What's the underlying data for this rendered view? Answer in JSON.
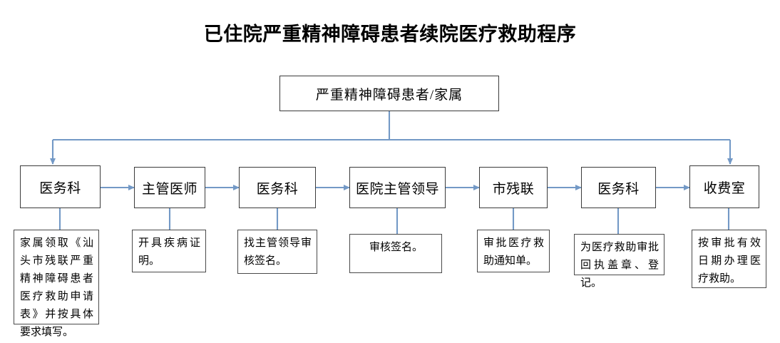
{
  "title": "已住院严重精神障碍患者续院医疗救助程序",
  "colors": {
    "connector": "#7399c6",
    "box_border": "#3b3b3b",
    "note_border": "#4a4a4a",
    "background": "#ffffff",
    "text": "#000000"
  },
  "root": {
    "label": "严重精神障碍患者/家属"
  },
  "stages": [
    {
      "label": "医务科"
    },
    {
      "label": "主管医师"
    },
    {
      "label": "医务科"
    },
    {
      "label": "医院主管领导"
    },
    {
      "label": "市残联"
    },
    {
      "label": "医务科"
    },
    {
      "label": "收费室"
    }
  ],
  "notes": [
    {
      "text": "家属领取《汕头市残联严重精神障碍患者医疗救助申请表》并按具体要求填写。"
    },
    {
      "text": "开具疾病证明。"
    },
    {
      "text": "找主管领导审核签名。"
    },
    {
      "text": "审核签名。"
    },
    {
      "text": "审批医疗救助通知单。"
    },
    {
      "text": "为医疗救助审批回执盖章、登记。"
    },
    {
      "text": "按审批有效日期办理医疗救助。"
    }
  ]
}
